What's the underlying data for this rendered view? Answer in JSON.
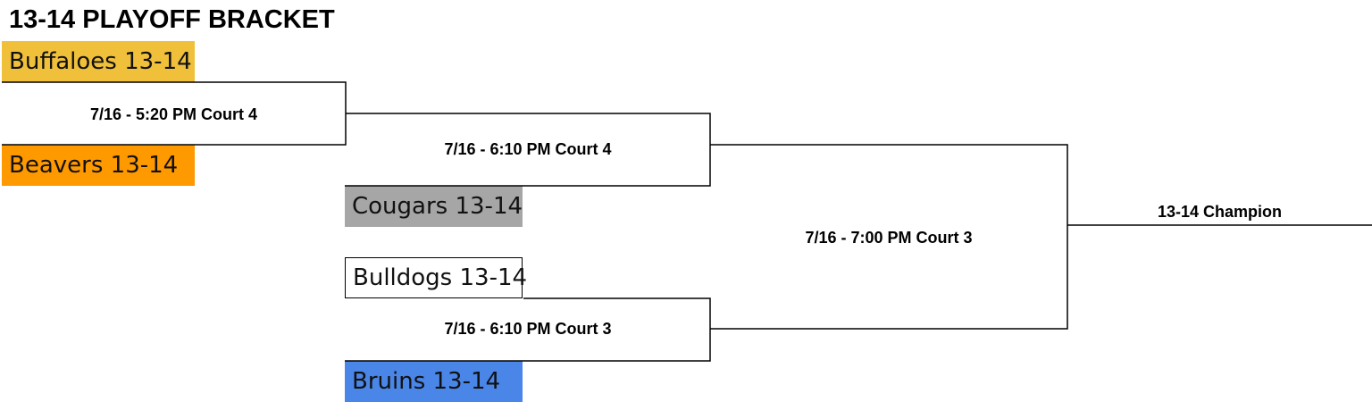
{
  "title": "13-14 PLAYOFF BRACKET",
  "teams": {
    "buffaloes": {
      "name": "Buffaloes 13-14",
      "color": "#f0c03a"
    },
    "beavers": {
      "name": "Beavers 13-14",
      "color": "#ff9900"
    },
    "cougars": {
      "name": "Cougars 13-14",
      "color": "#a6a6a6"
    },
    "bulldogs": {
      "name": "Bulldogs 13-14",
      "color": "#ffffff"
    },
    "bruins": {
      "name": "Bruins 13-14",
      "color": "#4a86e8"
    }
  },
  "games": {
    "round1": "7/16 - 5:20 PM Court 4",
    "semi_top": "7/16 - 6:10 PM Court 4",
    "semi_bottom": "7/16 - 6:10 PM Court 3",
    "final": "7/16 - 7:00 PM Court 3"
  },
  "champion_label": "13-14 Champion"
}
